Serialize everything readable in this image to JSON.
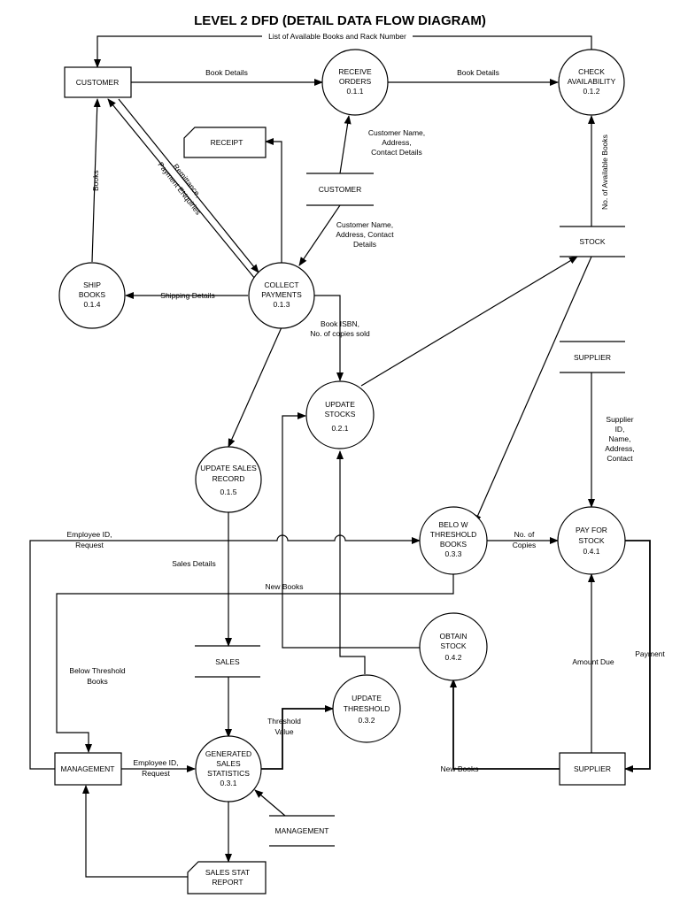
{
  "title": "LEVEL 2 DFD (DETAIL DATA FLOW DIAGRAM)",
  "entities": {
    "customer": "CUSTOMER",
    "management": "MANAGEMENT",
    "supplier": "SUPPLIER"
  },
  "processes": {
    "receive_orders": {
      "l1": "RECEIVE",
      "l2": "ORDERS",
      "id": "0.1.1"
    },
    "check_availability": {
      "l1": "CHECK",
      "l2": "AVAILABILITY",
      "id": "0.1.2"
    },
    "ship_books": {
      "l1": "SHIP",
      "l2": "BOOKS",
      "id": "0.1.4"
    },
    "collect_payments": {
      "l1": "COLLECT",
      "l2": "PAYMENTS",
      "id": "0.1.3"
    },
    "update_stocks": {
      "l1": "UPDATE",
      "l2": "STOCKS",
      "id": "0.2.1"
    },
    "update_sales_record": {
      "l1": "UPDATE SALES",
      "l2": "RECORD",
      "id": "0.1.5"
    },
    "below_threshold_books": {
      "l1": "BELO W",
      "l2": "THRESHOLD",
      "l3": "BOOKS",
      "id": "0.3.3"
    },
    "pay_for_stock": {
      "l1": "PAY FOR",
      "l2": "STOCK",
      "id": "0.4.1"
    },
    "obtain_stock": {
      "l1": "OBTAIN",
      "l2": "STOCK",
      "id": "0.4.2"
    },
    "update_threshold": {
      "l1": "UPDATE",
      "l2": "THRESHOLD",
      "id": "0.3.2"
    },
    "generated_sales_statistics": {
      "l1": "GENERATED",
      "l2": "SALES",
      "l3": "STATISTICS",
      "id": "0.3.1"
    }
  },
  "stores": {
    "customer": "CUSTOMER",
    "stock": "STOCK",
    "supplier": "SUPPLIER",
    "sales": "SALES",
    "management": "MANAGEMENT"
  },
  "documents": {
    "receipt": "RECEIPT",
    "sales_stat_report": {
      "l1": "SALES STAT",
      "l2": "REPORT"
    }
  },
  "flows": {
    "list_available_books": "List of Available Books and Rack Number",
    "book_details_1": "Book Details",
    "book_details_2": "Book Details",
    "customer_name_1": {
      "l1": "Customer Name,",
      "l2": "Address,",
      "l3": "Contact Details"
    },
    "customer_name_2": {
      "l1": "Customer Name,",
      "l2": "Address, Contact",
      "l3": "Details"
    },
    "no_available_books": "No. of Available Books",
    "books": "Books",
    "remittance": {
      "l1": "Remittance,",
      "l2": "Payment ENquiries"
    },
    "shipping_details": "Shipping Details",
    "book_isbn": {
      "l1": "Book ISBN,",
      "l2": "No. of copies sold"
    },
    "supplier_details": {
      "l1": "Supplier",
      "l2": "ID,",
      "l3": "Name,",
      "l4": "Address,",
      "l5": "Contact"
    },
    "employee_request_1": {
      "l1": "Employee ID,",
      "l2": "Request"
    },
    "sales_details": "Sales Details",
    "no_of_copies": {
      "l1": "No. of",
      "l2": "Copies"
    },
    "new_books_1": "New Books",
    "below_threshold_books": {
      "l1": "Below Threshold",
      "l2": "Books"
    },
    "amount_due": "Amount Due",
    "payment": "Payment",
    "threshold_value": {
      "l1": "Threshold",
      "l2": "Value"
    },
    "employee_request_2": {
      "l1": "Employee ID,",
      "l2": "Request"
    },
    "new_books_2": "New Books"
  }
}
